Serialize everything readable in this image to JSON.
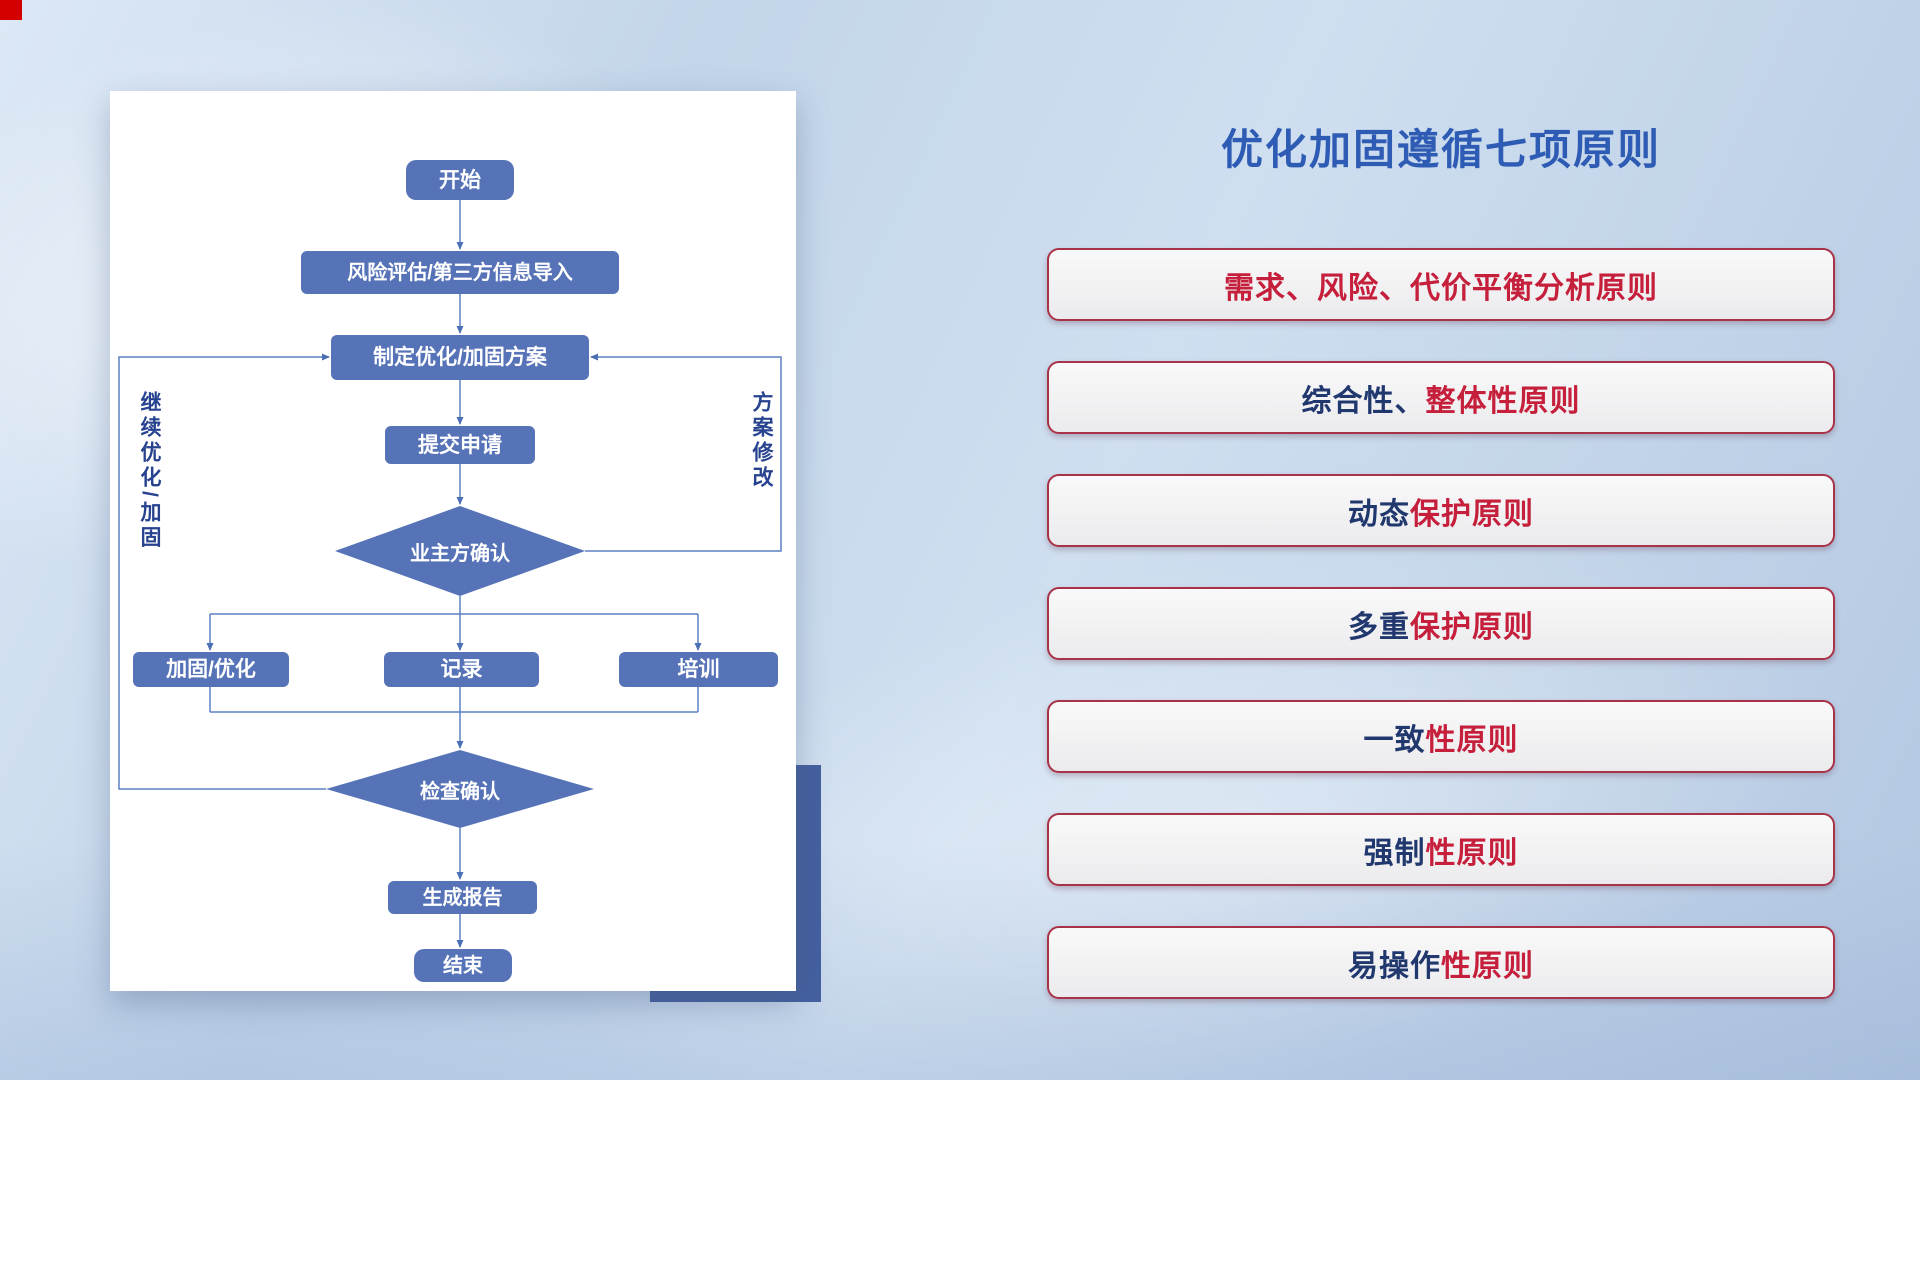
{
  "colors": {
    "title_blue": "#2e5bb4",
    "principle_red": "#c51f3c",
    "principle_navy": "#21386f",
    "node_blue": "#5673b8",
    "corner_accent_red": "#d40000",
    "back_block_navy": "#44609f"
  },
  "flowchart": {
    "nodes": {
      "start": "开始",
      "risk": "风险评估/第三方信息导入",
      "plan": "制定优化/加固方案",
      "submit": "提交申请",
      "owner_confirm": "业主方确认",
      "reinforce": "加固/优化",
      "record": "记录",
      "training": "培训",
      "check_confirm": "检查确认",
      "report": "生成报告",
      "end": "结束"
    },
    "loop_labels": {
      "left": "继续优化/加固",
      "right": "方案修改"
    }
  },
  "panel": {
    "title": "优化加固遵循七项原则",
    "principles": [
      {
        "prefix": "",
        "suffix": "需求、风险、代价平衡分析原则"
      },
      {
        "prefix": "综合性、",
        "suffix": "整体性原则"
      },
      {
        "prefix": "动态",
        "suffix": "保护原则"
      },
      {
        "prefix": "多重",
        "suffix": "保护原则"
      },
      {
        "prefix": "一致",
        "suffix": "性原则"
      },
      {
        "prefix": "强制",
        "suffix": "性原则"
      },
      {
        "prefix": "易操作",
        "suffix": "性原则"
      }
    ]
  }
}
